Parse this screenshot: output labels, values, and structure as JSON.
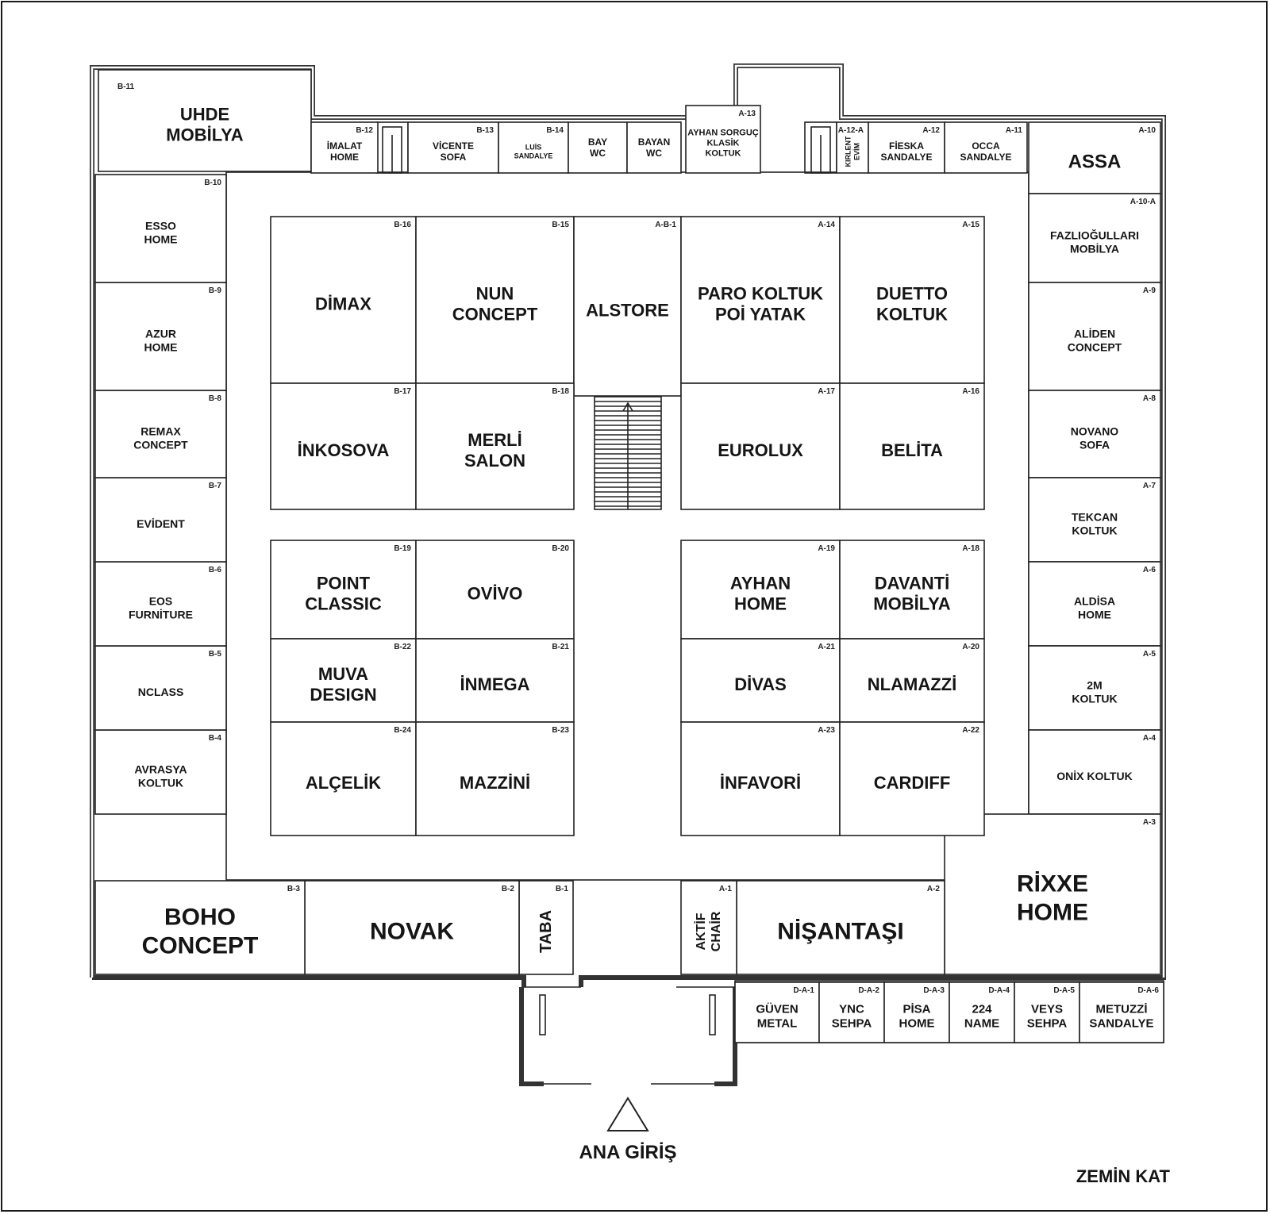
{
  "floor_label": "ZEMİN KAT",
  "entrance_label": "ANA GİRİŞ",
  "booths": [
    {
      "id": "b11",
      "code": "B-11",
      "lines": [
        "UHDE",
        "MOBİLYA"
      ]
    },
    {
      "id": "b12",
      "code": "B-12",
      "lines": [
        "İMALAT",
        "HOME"
      ]
    },
    {
      "id": "b13",
      "code": "B-13",
      "lines": [
        "VİCENTE",
        "SOFA"
      ]
    },
    {
      "id": "b14",
      "code": "B-14",
      "lines": [
        "LUİS",
        "SANDALYE"
      ]
    },
    {
      "id": "bay",
      "code": "",
      "lines": [
        "BAY",
        "WC"
      ]
    },
    {
      "id": "bayan",
      "code": "",
      "lines": [
        "BAYAN",
        "WC"
      ]
    },
    {
      "id": "a13",
      "code": "A-13",
      "lines": [
        "AYHAN SORGUÇ",
        "KLASİK",
        "KOLTUK"
      ]
    },
    {
      "id": "a12a",
      "code": "A-12-A",
      "lines": [
        "KIRLENT",
        "EVİM"
      ]
    },
    {
      "id": "a12",
      "code": "A-12",
      "lines": [
        "FİESKA",
        "SANDALYE"
      ]
    },
    {
      "id": "a11",
      "code": "A-11",
      "lines": [
        "OCCA",
        "SANDALYE"
      ]
    },
    {
      "id": "a10",
      "code": "A-10",
      "lines": [
        "ASSA"
      ]
    },
    {
      "id": "a10a",
      "code": "A-10-A",
      "lines": [
        "FAZLIOĞULLARI",
        "MOBİLYA"
      ]
    },
    {
      "id": "a9",
      "code": "A-9",
      "lines": [
        "ALİDEN",
        "CONCEPT"
      ]
    },
    {
      "id": "a8",
      "code": "A-8",
      "lines": [
        "NOVANO",
        "SOFA"
      ]
    },
    {
      "id": "a7",
      "code": "A-7",
      "lines": [
        "TEKCAN",
        "KOLTUK"
      ]
    },
    {
      "id": "a6",
      "code": "A-6",
      "lines": [
        "ALDİSA",
        "HOME"
      ]
    },
    {
      "id": "a5",
      "code": "A-5",
      "lines": [
        "2M",
        "KOLTUK"
      ]
    },
    {
      "id": "a4",
      "code": "A-4",
      "lines": [
        "ONİX KOLTUK"
      ]
    },
    {
      "id": "a3",
      "code": "A-3",
      "lines": [
        "RİXXE",
        "HOME"
      ]
    },
    {
      "id": "a2",
      "code": "A-2",
      "lines": [
        "NİŞANTAŞI"
      ]
    },
    {
      "id": "a1",
      "code": "A-1",
      "lines": [
        "AKTİF",
        "CHAİR"
      ]
    },
    {
      "id": "b1",
      "code": "B-1",
      "lines": [
        "TABA"
      ]
    },
    {
      "id": "b2",
      "code": "B-2",
      "lines": [
        "NOVAK"
      ]
    },
    {
      "id": "b3",
      "code": "B-3",
      "lines": [
        "BOHO",
        "CONCEPT"
      ]
    },
    {
      "id": "b4",
      "code": "B-4",
      "lines": [
        "AVRASYA",
        "KOLTUK"
      ]
    },
    {
      "id": "b5",
      "code": "B-5",
      "lines": [
        "NCLASS"
      ]
    },
    {
      "id": "b6",
      "code": "B-6",
      "lines": [
        "EOS",
        "FURNİTURE"
      ]
    },
    {
      "id": "b7",
      "code": "B-7",
      "lines": [
        "EVİDENT"
      ]
    },
    {
      "id": "b8",
      "code": "B-8",
      "lines": [
        "REMAX",
        "CONCEPT"
      ]
    },
    {
      "id": "b9",
      "code": "B-9",
      "lines": [
        "AZUR",
        "HOME"
      ]
    },
    {
      "id": "b10",
      "code": "B-10",
      "lines": [
        "ESSO",
        "HOME"
      ]
    },
    {
      "id": "b16",
      "code": "B-16",
      "lines": [
        "DİMAX"
      ]
    },
    {
      "id": "b15",
      "code": "B-15",
      "lines": [
        "NUN",
        "CONCEPT"
      ]
    },
    {
      "id": "ab1",
      "code": "A-B-1",
      "lines": [
        "ALSTORE"
      ]
    },
    {
      "id": "a14",
      "code": "A-14",
      "lines": [
        "PARO KOLTUK",
        "POİ YATAK"
      ]
    },
    {
      "id": "a15",
      "code": "A-15",
      "lines": [
        "DUETTO",
        "KOLTUK"
      ]
    },
    {
      "id": "b17",
      "code": "B-17",
      "lines": [
        "İNKOSOVA"
      ]
    },
    {
      "id": "b18",
      "code": "B-18",
      "lines": [
        "MERLİ",
        "SALON"
      ]
    },
    {
      "id": "a17",
      "code": "A-17",
      "lines": [
        "EUROLUX"
      ]
    },
    {
      "id": "a16",
      "code": "A-16",
      "lines": [
        "BELİTA"
      ]
    },
    {
      "id": "b19",
      "code": "B-19",
      "lines": [
        "POINT",
        "CLASSIC"
      ]
    },
    {
      "id": "b20",
      "code": "B-20",
      "lines": [
        "OVİVO"
      ]
    },
    {
      "id": "b22",
      "code": "B-22",
      "lines": [
        "MUVA",
        "DESIGN"
      ]
    },
    {
      "id": "b21",
      "code": "B-21",
      "lines": [
        "İNMEGA"
      ]
    },
    {
      "id": "b24",
      "code": "B-24",
      "lines": [
        "ALÇELİK"
      ]
    },
    {
      "id": "b23",
      "code": "B-23",
      "lines": [
        "MAZZİNİ"
      ]
    },
    {
      "id": "a19",
      "code": "A-19",
      "lines": [
        "AYHAN",
        "HOME"
      ]
    },
    {
      "id": "a18",
      "code": "A-18",
      "lines": [
        "DAVANTİ",
        "MOBİLYA"
      ]
    },
    {
      "id": "a21",
      "code": "A-21",
      "lines": [
        "DİVAS"
      ]
    },
    {
      "id": "a20",
      "code": "A-20",
      "lines": [
        "NLAMAZZİ"
      ]
    },
    {
      "id": "a23",
      "code": "A-23",
      "lines": [
        "İNFAVORİ"
      ]
    },
    {
      "id": "a22",
      "code": "A-22",
      "lines": [
        "CARDIFF"
      ]
    },
    {
      "id": "da1",
      "code": "D-A-1",
      "lines": [
        "GÜVEN",
        "METAL"
      ]
    },
    {
      "id": "da2",
      "code": "D-A-2",
      "lines": [
        "YNC",
        "SEHPA"
      ]
    },
    {
      "id": "da3",
      "code": "D-A-3",
      "lines": [
        "PİSA",
        "HOME"
      ]
    },
    {
      "id": "da4",
      "code": "D-A-4",
      "lines": [
        "224",
        "NAME"
      ]
    },
    {
      "id": "da5",
      "code": "D-A-5",
      "lines": [
        "VEYS",
        "SEHPA"
      ]
    },
    {
      "id": "da6",
      "code": "D-A-6",
      "lines": [
        "METUZZİ",
        "SANDALYE"
      ]
    }
  ]
}
